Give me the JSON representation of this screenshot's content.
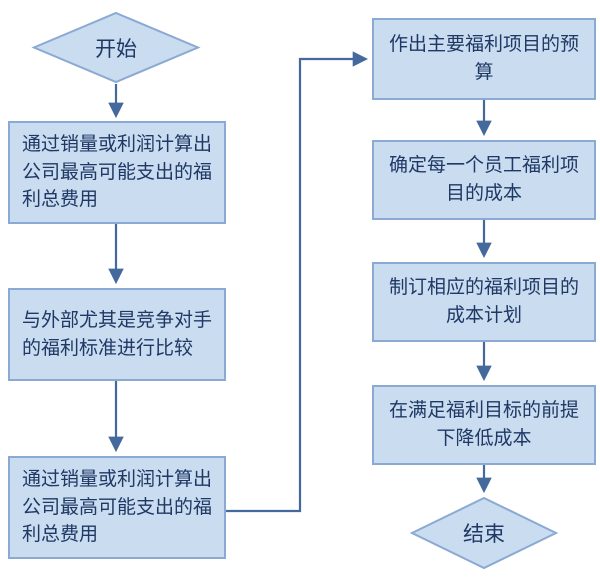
{
  "flowchart": {
    "start": {
      "label": "开始"
    },
    "end": {
      "label": "结束"
    },
    "left_steps": [
      {
        "label": "通过销量或利润计算出公司最高可能支出的福利总费用"
      },
      {
        "label": "与外部尤其是竞争对手的福利标准进行比较"
      },
      {
        "label": "通过销量或利润计算出公司最高可能支出的福利总费用"
      }
    ],
    "right_steps": [
      {
        "label": "作出主要福利项目的预算"
      },
      {
        "label": "确定每一个员工福利项目的成本"
      },
      {
        "label": "制订相应的福利项目的成本计划"
      },
      {
        "label": "在满足福利目标的前提下降低成本"
      }
    ],
    "colors": {
      "node_fill": "#c9dcf0",
      "node_border": "#8aa9d3",
      "arrow": "#44699d",
      "text": "#1f3864"
    }
  }
}
